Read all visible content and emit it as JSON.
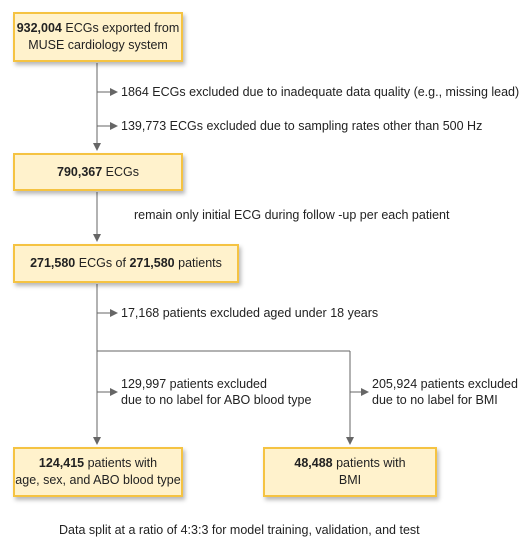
{
  "boxes": {
    "export": {
      "count": "932,004",
      "line1_rest": " ECGs exported from",
      "line2": "MUSE cardiology system"
    },
    "ecgs": {
      "count": "790,367",
      "rest": " ECGs"
    },
    "patients": {
      "count_ecg": "271,580",
      "mid": " ECGs of ",
      "count_pat": "271,580",
      "rest": " patients"
    },
    "abo": {
      "count": "124,415",
      "line1_rest": " patients with",
      "line2": "age, sex, and ABO blood type"
    },
    "bmi": {
      "count": "48,488",
      "line1_rest": " patients with",
      "line2": "BMI"
    }
  },
  "notes": {
    "excl_quality": "1864 ECGs excluded due to inadequate data quality (e.g., missing lead)",
    "excl_sampling": "139,773 ECGs excluded due to sampling rates other than 500 Hz",
    "initial_ecg": "remain only initial ECG during follow -up per each patient",
    "excl_age": "17,168 patients excluded aged under 18 years",
    "excl_abo_1": "129,997 patients excluded",
    "excl_abo_2": "due to no label for ABO blood type",
    "excl_bmi_1": "205,924 patients excluded",
    "excl_bmi_2": "due to no label for BMI",
    "footer": "Data split at a ratio of 4:3:3 for model training, validation, and test"
  }
}
